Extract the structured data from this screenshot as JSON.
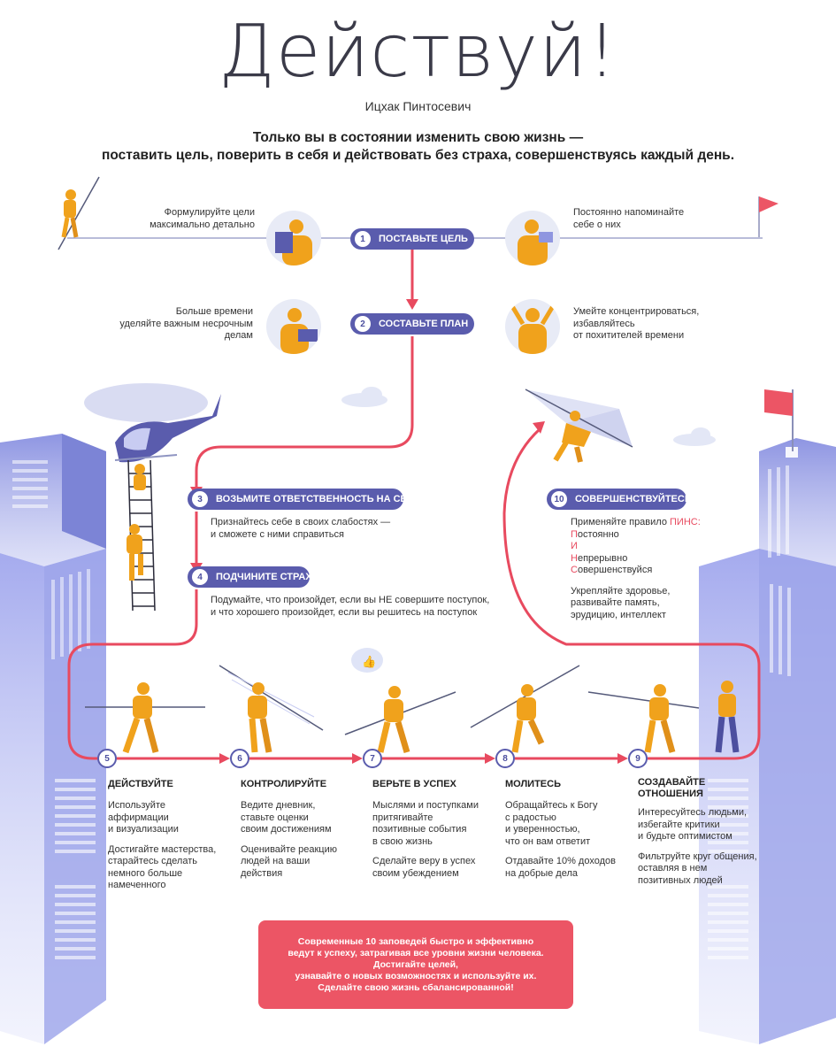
{
  "title": "Действуй!",
  "author": "Ицхак Пинтосевич",
  "subtitle_lines": [
    "Только вы в состоянии изменить свою жизнь —",
    "поставить цель, поверить в себя и действовать без страха, совершенствуясь каждый день."
  ],
  "steps": [
    {
      "num": "1",
      "label": "ПОСТАВЬТЕ ЦЕЛЬ",
      "left_note": [
        "Формулируйте цели",
        "максимально детально"
      ],
      "right_note": [
        "Постоянно напоминайте",
        "себе о них"
      ]
    },
    {
      "num": "2",
      "label": "СОСТАВЬТЕ ПЛАН",
      "left_note": [
        "Больше времени",
        "уделяйте важным несрочным",
        "делам"
      ],
      "right_note": [
        "Умейте концентрироваться,",
        "избавляйтесь",
        "от похитителей времени"
      ]
    },
    {
      "num": "3",
      "label": "ВОЗЬМИТЕ ОТВЕТСТВЕННОСТЬ НА СЕБЯ",
      "note": [
        "Признайтесь себе в своих слабостях —",
        "и сможете с ними справиться"
      ]
    },
    {
      "num": "4",
      "label": "ПОДЧИНИТЕ СТРАХ",
      "note": [
        "Подумайте, что произойдет, если вы НЕ совершите поступок,",
        "и что хорошего произойдет, если вы решитесь на поступок"
      ]
    },
    {
      "num": "5",
      "label": "ДЕЙСТВУЙТЕ",
      "p1": [
        "Используйте аффирмации",
        "и визуализации"
      ],
      "p2": [
        "Достигайте мастерства,",
        "старайтесь сделать",
        "немного больше",
        "намеченного"
      ]
    },
    {
      "num": "6",
      "label": "КОНТРОЛИРУЙТЕ",
      "p1": [
        "Ведите дневник,",
        "ставьте оценки",
        "своим достижениям"
      ],
      "p2": [
        "Оценивайте реакцию",
        "людей на ваши",
        "действия"
      ]
    },
    {
      "num": "7",
      "label": "ВЕРЬТЕ В УСПЕХ",
      "p1": [
        "Мыслями и поступками",
        "притягивайте",
        "позитивные события",
        "в свою жизнь"
      ],
      "p2": [
        "Сделайте веру в успех",
        "своим убеждением"
      ]
    },
    {
      "num": "8",
      "label": "МОЛИТЕСЬ",
      "p1": [
        "Обращайтесь к Богу",
        "с радостью",
        "и уверенностью,",
        "что он вам ответит"
      ],
      "p2": [
        "Отдавайте 10% доходов",
        "на добрые дела"
      ]
    },
    {
      "num": "9",
      "label_lines": [
        "СОЗДАВАЙТЕ",
        "ОТНОШЕНИЯ"
      ],
      "p1": [
        "Интересуйтесь людьми,",
        "избегайте критики",
        "и будьте оптимистом"
      ],
      "p2": [
        "Фильтруйте круг общения,",
        "оставляя в нем",
        "позитивных людей"
      ]
    },
    {
      "num": "10",
      "label": "СОВЕРШЕНСТВУЙТЕСЬ",
      "intro": "Применяйте правило ",
      "rule": "ПИНС:",
      "pins": [
        {
          "letter": "П",
          "rest": "остоянно"
        },
        {
          "letter": "И",
          "rest": ""
        },
        {
          "letter": "Н",
          "rest": "епрерывно"
        },
        {
          "letter": "С",
          "rest": "овершенствуйся"
        }
      ],
      "p2": [
        "Укрепляйте здоровье,",
        "развивайте память,",
        "эрудицию, интеллект"
      ]
    }
  ],
  "bottom_box": [
    "Современные 10 заповедей быстро и эффективно",
    "ведут к успеху, затрагивая все уровни жизни человека.",
    "Достигайте целей,",
    "узнавайте о новых возможностях и используйте их.",
    "Сделайте свою жизнь сбалансированной!"
  ],
  "colors": {
    "accent_red": "#e84a5f",
    "pill_purple": "#5a5cad",
    "figure_orange": "#f0a21c",
    "building_blue": "#8f96e0"
  }
}
